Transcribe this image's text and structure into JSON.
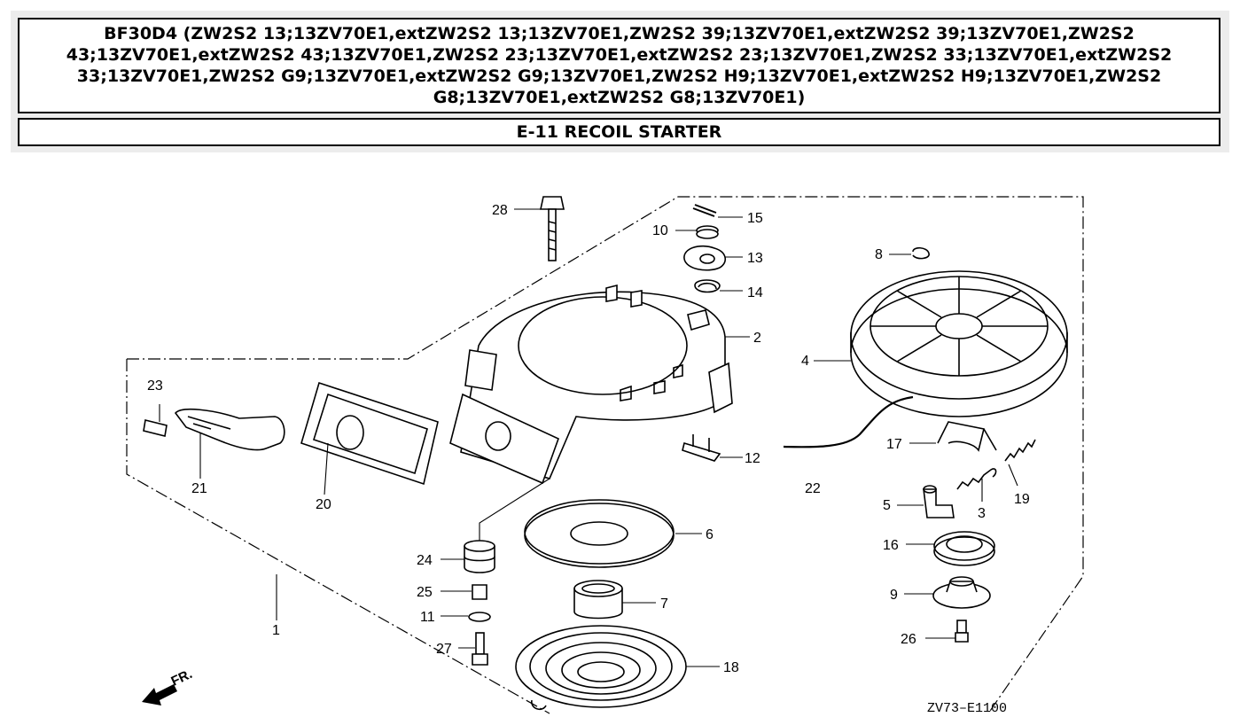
{
  "header": {
    "model_title": "BF30D4 (ZW2S2 13;13ZV70E1,extZW2S2 13;13ZV70E1,ZW2S2 39;13ZV70E1,extZW2S2 39;13ZV70E1,ZW2S2 43;13ZV70E1,extZW2S2 43;13ZV70E1,ZW2S2 23;13ZV70E1,extZW2S2 23;13ZV70E1,ZW2S2 33;13ZV70E1,extZW2S2 33;13ZV70E1,ZW2S2 G9;13ZV70E1,extZW2S2 G9;13ZV70E1,ZW2S2 H9;13ZV70E1,extZW2S2 H9;13ZV70E1,ZW2S2 G8;13ZV70E1,extZW2S2 G8;13ZV70E1)",
    "section_title": "E-11 RECOIL STARTER"
  },
  "diagram": {
    "drawing_code": "ZV73–E1100",
    "front_marker": "FR.",
    "callouts": {
      "p1": "1",
      "p2": "2",
      "p3": "3",
      "p4": "4",
      "p5": "5",
      "p6": "6",
      "p7": "7",
      "p8": "8",
      "p9": "9",
      "p10": "10",
      "p11": "11",
      "p12": "12",
      "p13": "13",
      "p14": "14",
      "p15": "15",
      "p16": "16",
      "p17": "17",
      "p18": "18",
      "p19": "19",
      "p20": "20",
      "p21": "21",
      "p22": "22",
      "p23": "23",
      "p24": "24",
      "p25": "25",
      "p26": "26",
      "p27": "27",
      "p28": "28"
    }
  }
}
